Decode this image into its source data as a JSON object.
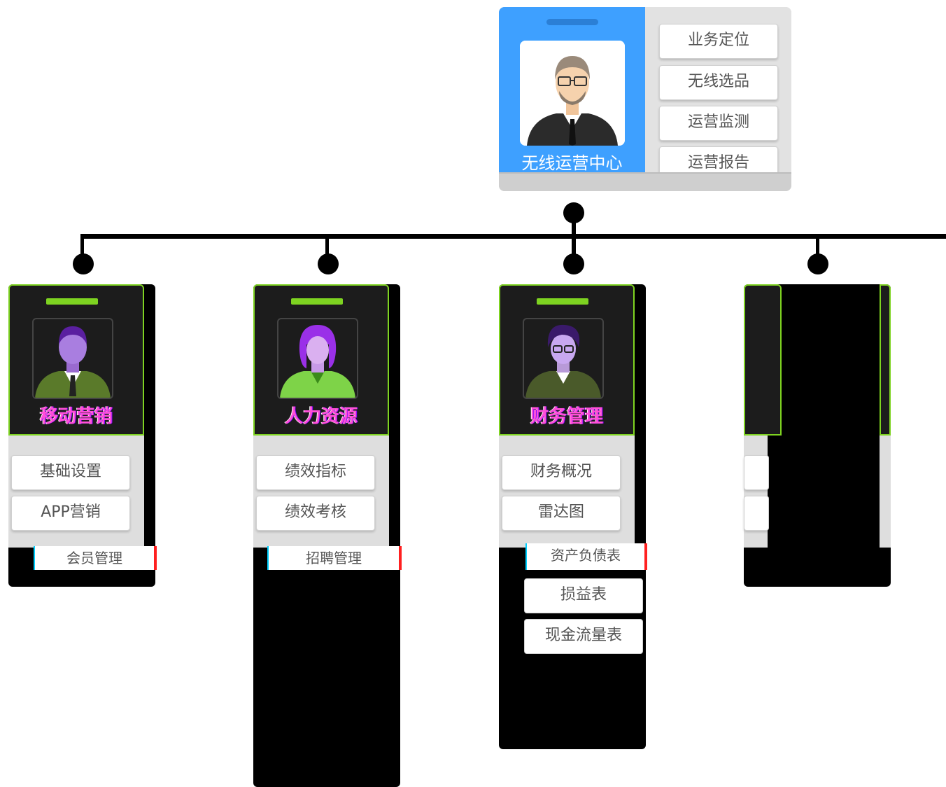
{
  "root": {
    "title": "无线运营中心",
    "menu": [
      "业务定位",
      "无线选品",
      "运营监测",
      "运营报告"
    ]
  },
  "children": [
    {
      "title": "移动营销",
      "menu": [
        "基础设置",
        "APP营销",
        "会员管理"
      ]
    },
    {
      "title": "人力资源",
      "menu": [
        "绩效指标",
        "绩效考核",
        "招聘管理"
      ]
    },
    {
      "title": "财务管理",
      "menu": [
        "财务概况",
        "雷达图",
        "资产负债表",
        "损益表",
        "现金流量表"
      ]
    },
    {
      "title": "",
      "menu": []
    }
  ],
  "colors": {
    "root_accent": "#3ea0ff",
    "child_border": "#7ed321",
    "child_title": "#ff4fd8",
    "connector": "#000000"
  },
  "icons": [
    "businessman-avatar-icon",
    "male-avatar-icon",
    "female-avatar-icon",
    "female-glasses-avatar-icon"
  ]
}
